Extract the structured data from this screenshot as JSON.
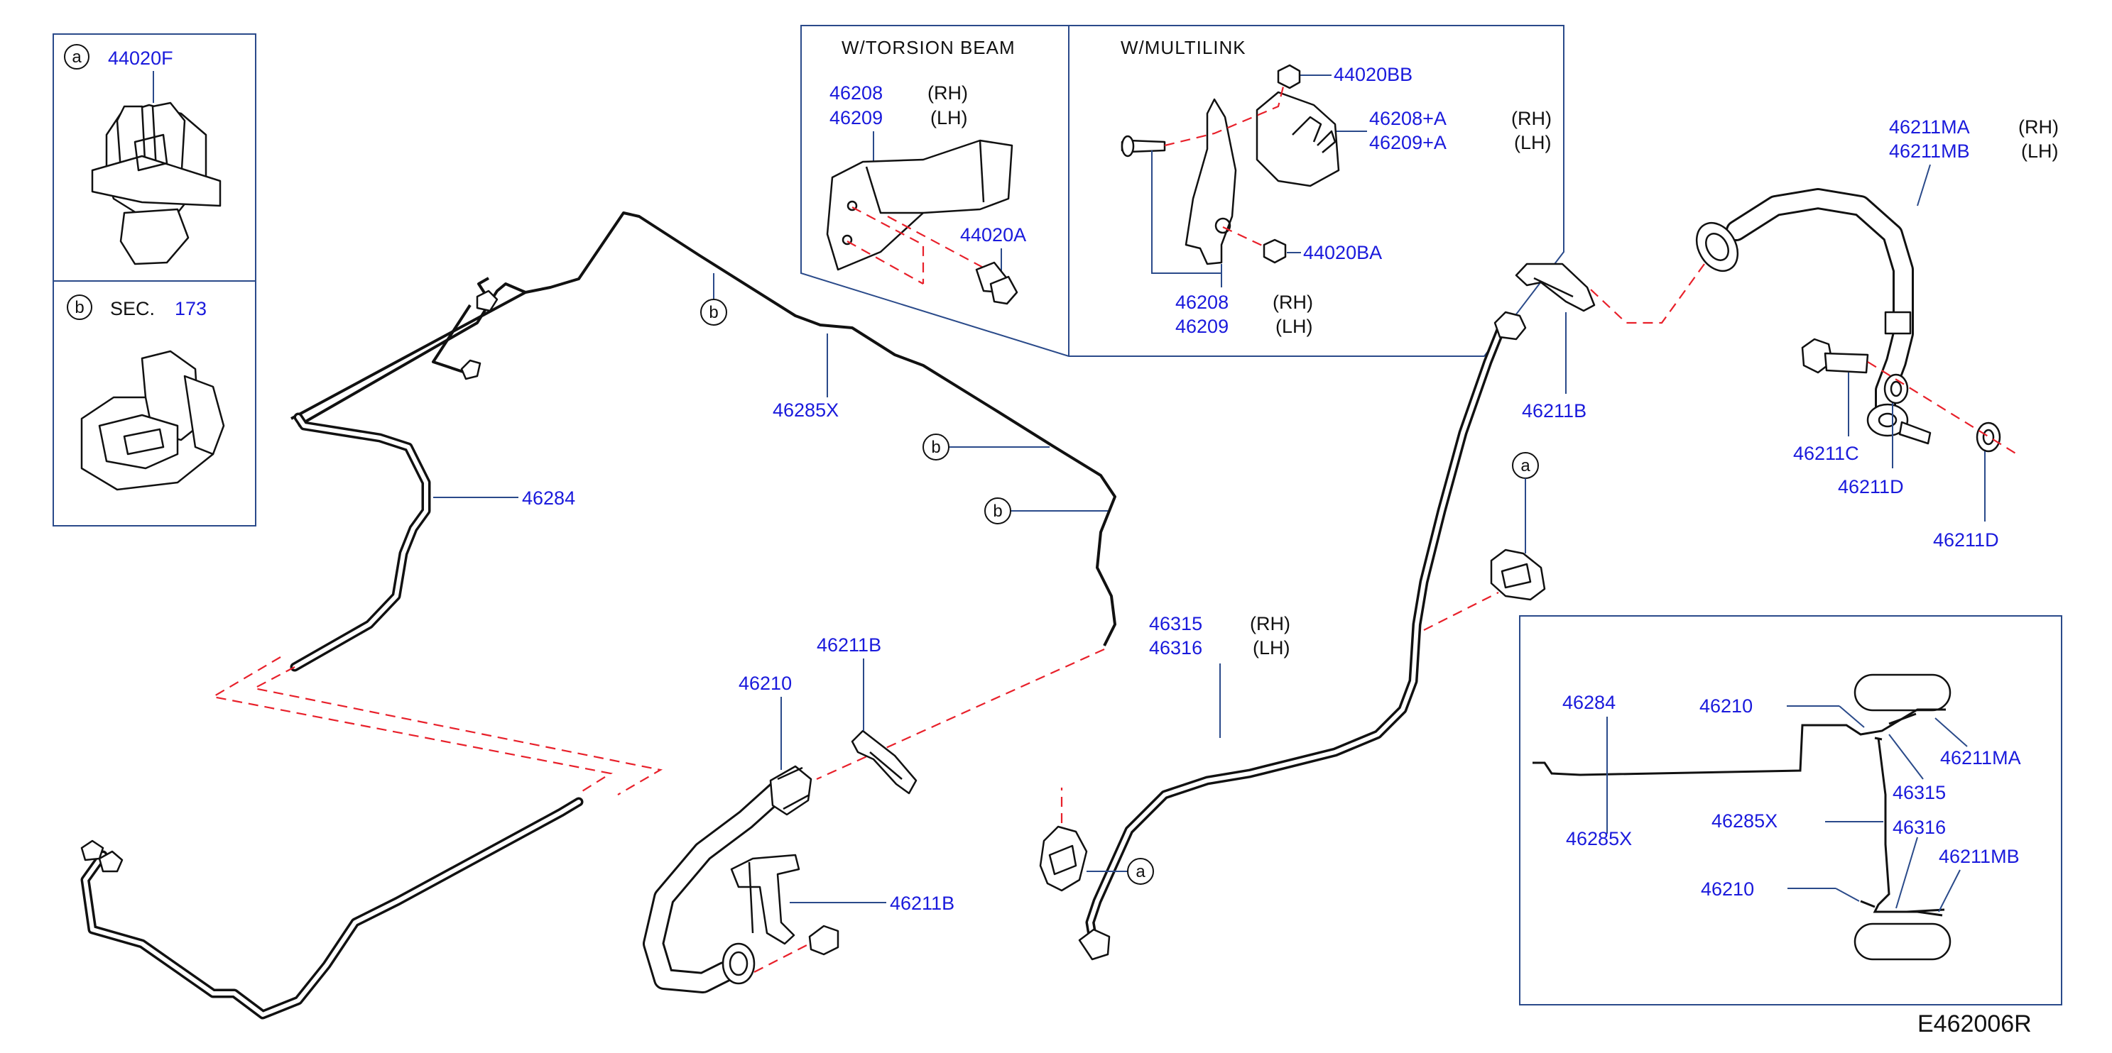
{
  "labels": {
    "callout_a": "a",
    "callout_b": "b",
    "p_44020F": "44020F",
    "sec": "SEC.",
    "sec_num": "173",
    "w_torsion_beam": "W/TORSION   BEAM",
    "w_multilink": "W/MULTILINK",
    "p_46208": "46208",
    "p_46209": "46209",
    "rh": "(RH)",
    "lh": "(LH)",
    "p_44020A": "44020A",
    "p_44020BB": "44020BB",
    "p_46208A": "46208+A",
    "p_46209A": "46209+A",
    "p_44020BA": "44020BA",
    "p_46285X": "46285X",
    "p_46284": "46284",
    "p_46211MA": "46211MA",
    "p_46211MB": "46211MB",
    "p_46211B": "46211B",
    "p_46211C": "46211C",
    "p_46211D": "46211D",
    "p_46315": "46315",
    "p_46316": "46316",
    "p_46210": "46210",
    "diagram_code": "E462006R"
  }
}
